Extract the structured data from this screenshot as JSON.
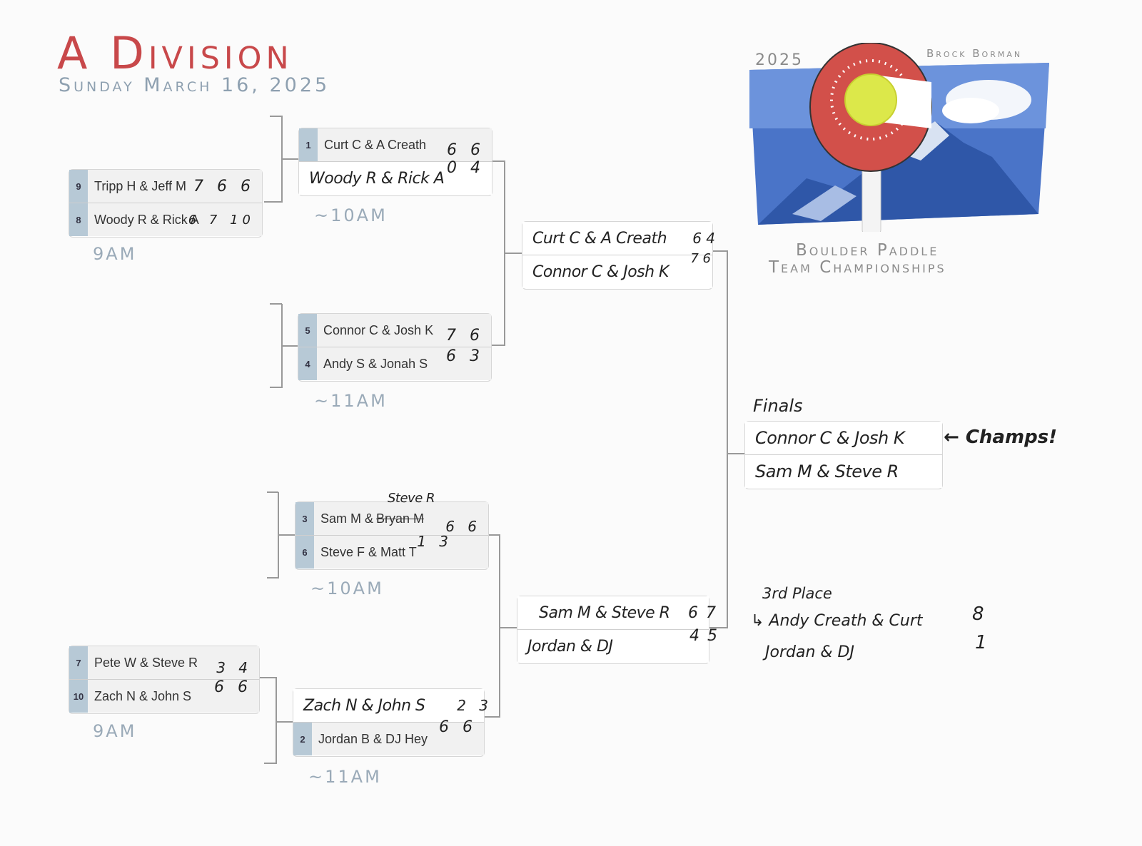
{
  "header": {
    "title": "A Division",
    "subtitle": "Sunday March 16, 2025"
  },
  "logo": {
    "year": "2025",
    "sponsor": "Brock Borman",
    "caption_line1": "Boulder Paddle",
    "caption_line2": "Team Championships"
  },
  "matches": [
    {
      "id": "r1-top",
      "time": "9AM",
      "teams": [
        {
          "seed": "9",
          "name": "Tripp H & Jeff M",
          "score": "7 6 6"
        },
        {
          "seed": "8",
          "name": "Woody R & Rick A",
          "score": "6 7 10"
        }
      ]
    },
    {
      "id": "qf1",
      "time": "~10AM",
      "teams": [
        {
          "seed": "1",
          "name": "Curt C & A Creath",
          "score": "6 6"
        },
        {
          "seed": "",
          "name": "Woody R & Rick A",
          "score": "0 4",
          "handwritten": true
        }
      ]
    },
    {
      "id": "qf2",
      "time": "~11AM",
      "teams": [
        {
          "seed": "5",
          "name": "Connor C & Josh K",
          "score": "7 6"
        },
        {
          "seed": "4",
          "name": "Andy S & Jonah S",
          "score": "6 3"
        }
      ]
    },
    {
      "id": "qf3",
      "time": "~10AM",
      "teams": [
        {
          "seed": "3",
          "name": "Sam M & ",
          "struck": "Bryan M",
          "correction": "Steve R",
          "score": "6 6"
        },
        {
          "seed": "6",
          "name": "Steve F & Matt T",
          "score": "1 3"
        }
      ]
    },
    {
      "id": "r1-bottom",
      "time": "9AM",
      "teams": [
        {
          "seed": "7",
          "name": "Pete W & Steve R",
          "score": "3 4"
        },
        {
          "seed": "10",
          "name": "Zach N & John S",
          "score": "6 6"
        }
      ]
    },
    {
      "id": "qf4",
      "time": "~11AM",
      "teams": [
        {
          "seed": "",
          "name": "Zach N & John S",
          "score": "2 3",
          "handwritten": true
        },
        {
          "seed": "2",
          "name": "Jordan B & DJ Hey",
          "score": "6 6"
        }
      ]
    }
  ],
  "semifinals": [
    {
      "teams": [
        {
          "name": "Curt C & A Creath",
          "score": "6 4"
        },
        {
          "name": "Connor C & Josh K",
          "score": "7 6"
        }
      ]
    },
    {
      "teams": [
        {
          "name": "Sam M & Steve R",
          "score": "6 7"
        },
        {
          "name": "Jordan & DJ",
          "score": "4 5"
        }
      ]
    }
  ],
  "finals": {
    "label": "Finals",
    "teams": [
      {
        "name": "Connor C & Josh K"
      },
      {
        "name": "Sam M & Steve R"
      }
    ],
    "champs_note": "← Champs!"
  },
  "third_place": {
    "label": "3rd Place",
    "teams": [
      {
        "name": "↳ Andy Creath & Curt",
        "score": "8"
      },
      {
        "name": "Jordan & DJ",
        "score": "1"
      }
    ]
  }
}
